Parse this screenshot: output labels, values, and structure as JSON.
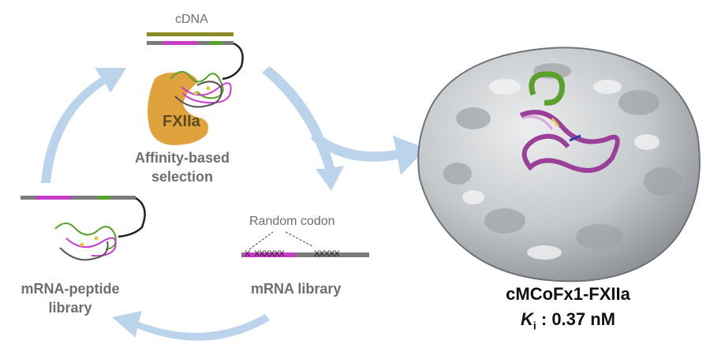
{
  "labels": {
    "cdna": "cDNA",
    "fxiia": "FXIIa",
    "affinity_line1": "Affinity-based",
    "affinity_line2": "selection",
    "random_codon": "Random codon",
    "codon_x1": "X",
    "codon_x2": "XXXXXX",
    "codon_x3": "XXXXX",
    "mrna_library": "mRNA library",
    "peptide_line1": "mRNA-peptide",
    "peptide_line2": "library",
    "complex_name": "cMCoFx1-FXIIa",
    "ki_symbol": "K",
    "ki_subscript": "i",
    "ki_value": " : 0.37 nM"
  },
  "colors": {
    "arrow": "#bcd3ec",
    "enzyme": "#e0a23c",
    "magenta": "#c83cc8",
    "green": "#5aa02a",
    "olive": "#8b8b2a",
    "surface": "#c9cccf"
  }
}
